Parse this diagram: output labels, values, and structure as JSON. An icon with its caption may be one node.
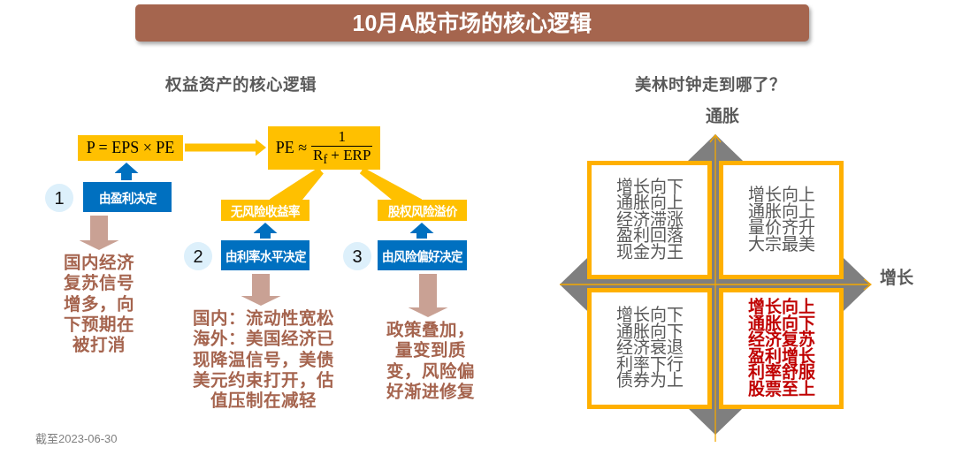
{
  "diagram": {
    "title": "10月A股市场的核心逻辑",
    "nodes": [
      {
        "text": [
          "P = EPS × PE"
        ]
      },
      {
        "text": [
          "PE ≈",
          "1",
          "R$_{f}$ + ERP"
        ]
      },
      {
        "text": [
          "1"
        ]
      },
      {
        "text": [
          "由盈利决定"
        ]
      },
      {
        "text": [
          "无风险收益率"
        ]
      },
      {
        "text": [
          "股权风险溢价"
        ]
      },
      {
        "text": [
          "2"
        ]
      },
      {
        "text": [
          "由利率水平决定"
        ]
      },
      {
        "text": [
          "3"
        ]
      },
      {
        "text": [
          "由风险偏好决定"
        ]
      },
      {
        "text": [
          "国内经济复苏信号增多，向下预期在被打消"
        ]
      },
      {
        "text": [
          "国内：流动性宽松",
          "海外：美国经济已现降温信号，美债美元约束打开，估值压制在减轻"
        ]
      },
      {
        "text": [
          "政策叠加，量变到质变，风险偏好渐进修复"
        ]
      },
      {
        "text": [
          "增长向下",
          "通胀向上",
          "经济滞涨",
          "盈利回落",
          "现金为王"
        ]
      },
      {
        "text": [
          "增长向上",
          "通胀向上",
          "量价齐升",
          "大宗最美"
        ]
      },
      {
        "text": [
          "增长向下",
          "通胀向下",
          "经济衰退",
          "利率下行",
          "债券为上"
        ]
      },
      {
        "text": [
          "增长向上",
          "通胀向下",
          "经济复苏",
          "盈利增长",
          "利率舒服",
          "股票至上"
        ]
      }
    ],
    "edges": [
      {
        "from": 0,
        "to": 1,
        "arrow": "to",
        "color": "#ffc000"
      },
      {
        "from": 4,
        "to": 1,
        "arrow": "to",
        "color": "#ffc000"
      },
      {
        "from": 5,
        "to": 1,
        "arrow": "to",
        "color": "#ffc000"
      },
      {
        "from": 3,
        "to": 0,
        "arrow": "to",
        "color": "#0070c0"
      },
      {
        "from": 7,
        "to": 4,
        "arrow": "to",
        "color": "#0070c0"
      },
      {
        "from": 9,
        "to": 5,
        "arrow": "to",
        "color": "#0070c0"
      },
      {
        "from": 3,
        "to": 10,
        "arrow": "to",
        "color": "#c9a194"
      },
      {
        "from": 7,
        "to": 11,
        "arrow": "to",
        "color": "#c9a194"
      },
      {
        "from": 9,
        "to": 12,
        "arrow": "to",
        "color": "#c9a194"
      }
    ],
    "labels": [
      "权益资产的核心逻辑",
      "美林时钟走到哪了？",
      "通胀",
      "增长",
      "截至2023-06-30"
    ]
  }
}
